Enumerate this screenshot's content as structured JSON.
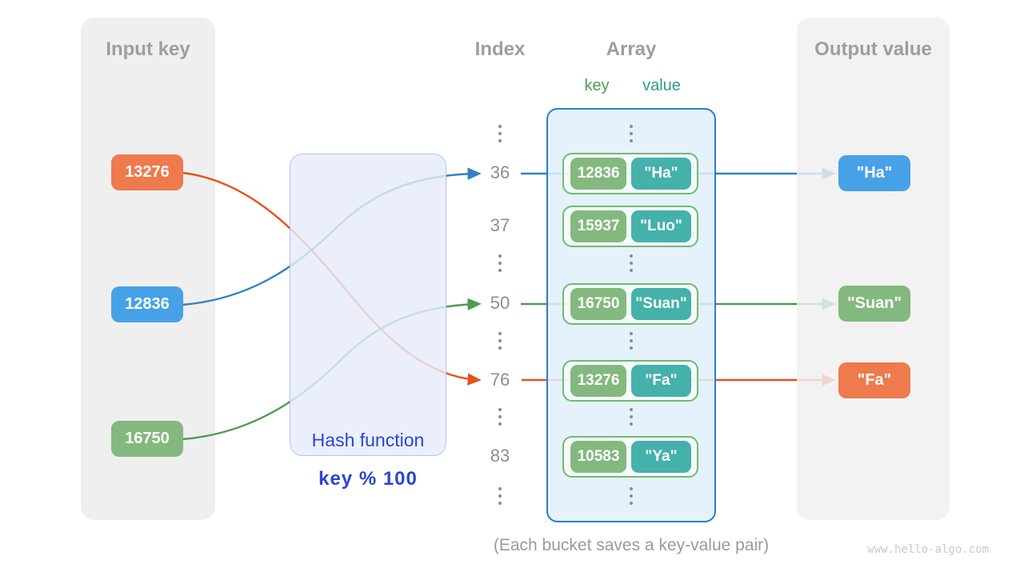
{
  "input_panel": {
    "title": "Input key",
    "keys": [
      {
        "label": "13276",
        "color": "#ee7a4d"
      },
      {
        "label": "12836",
        "color": "#47a1e6"
      },
      {
        "label": "16750",
        "color": "#83b97e"
      }
    ]
  },
  "hash_box": {
    "line1": "Hash function",
    "line2": "key % 100"
  },
  "index_column": {
    "title": "Index",
    "values": [
      "36",
      "37",
      "50",
      "76",
      "83"
    ]
  },
  "array_panel": {
    "title": "Array",
    "key_header": "key",
    "value_header": "value",
    "buckets": [
      {
        "key": "12836",
        "value": "\"Ha\""
      },
      {
        "key": "15937",
        "value": "\"Luo\""
      },
      {
        "key": "16750",
        "value": "\"Suan\""
      },
      {
        "key": "13276",
        "value": "\"Fa\""
      },
      {
        "key": "10583",
        "value": "\"Ya\""
      }
    ]
  },
  "output_panel": {
    "title": "Output value",
    "values": [
      {
        "label": "\"Ha\"",
        "color": "#47a1e6"
      },
      {
        "label": "\"Suan\"",
        "color": "#83b97e"
      },
      {
        "label": "\"Fa\"",
        "color": "#ee7a4d"
      }
    ]
  },
  "connections": [
    {
      "input": "12836",
      "index": "36",
      "output": "\"Ha\"",
      "arrow_color": "#3182c4"
    },
    {
      "input": "16750",
      "index": "50",
      "output": "\"Suan\"",
      "arrow_color": "#4f9a52"
    },
    {
      "input": "13276",
      "index": "76",
      "output": "\"Fa\"",
      "arrow_color": "#e5531d"
    }
  ],
  "caption": "(Each bucket saves a key-value pair)",
  "watermark": "www.hello-algo.com",
  "colors": {
    "panel_bg": "#efefef",
    "title_gray": "#9e9e9e",
    "index_gray": "#8f8f8f",
    "orange": "#ee7a4d",
    "blue": "#47a1e6",
    "green": "#83b97e",
    "teal": "#44b1aa",
    "bucket_border": "#6cbd70",
    "array_border": "#2b7cd1",
    "array_fill": "#e2f0fa",
    "hash_fill": "#e7ecfa",
    "hash_border": "#b7c2f0",
    "hash_text": "#2b46d0",
    "key_header_green": "#4a9e4f",
    "value_header_teal": "#2f998f",
    "arrow_blue": "#3182c4",
    "arrow_green": "#4f9a52",
    "arrow_orange": "#e5531d"
  }
}
